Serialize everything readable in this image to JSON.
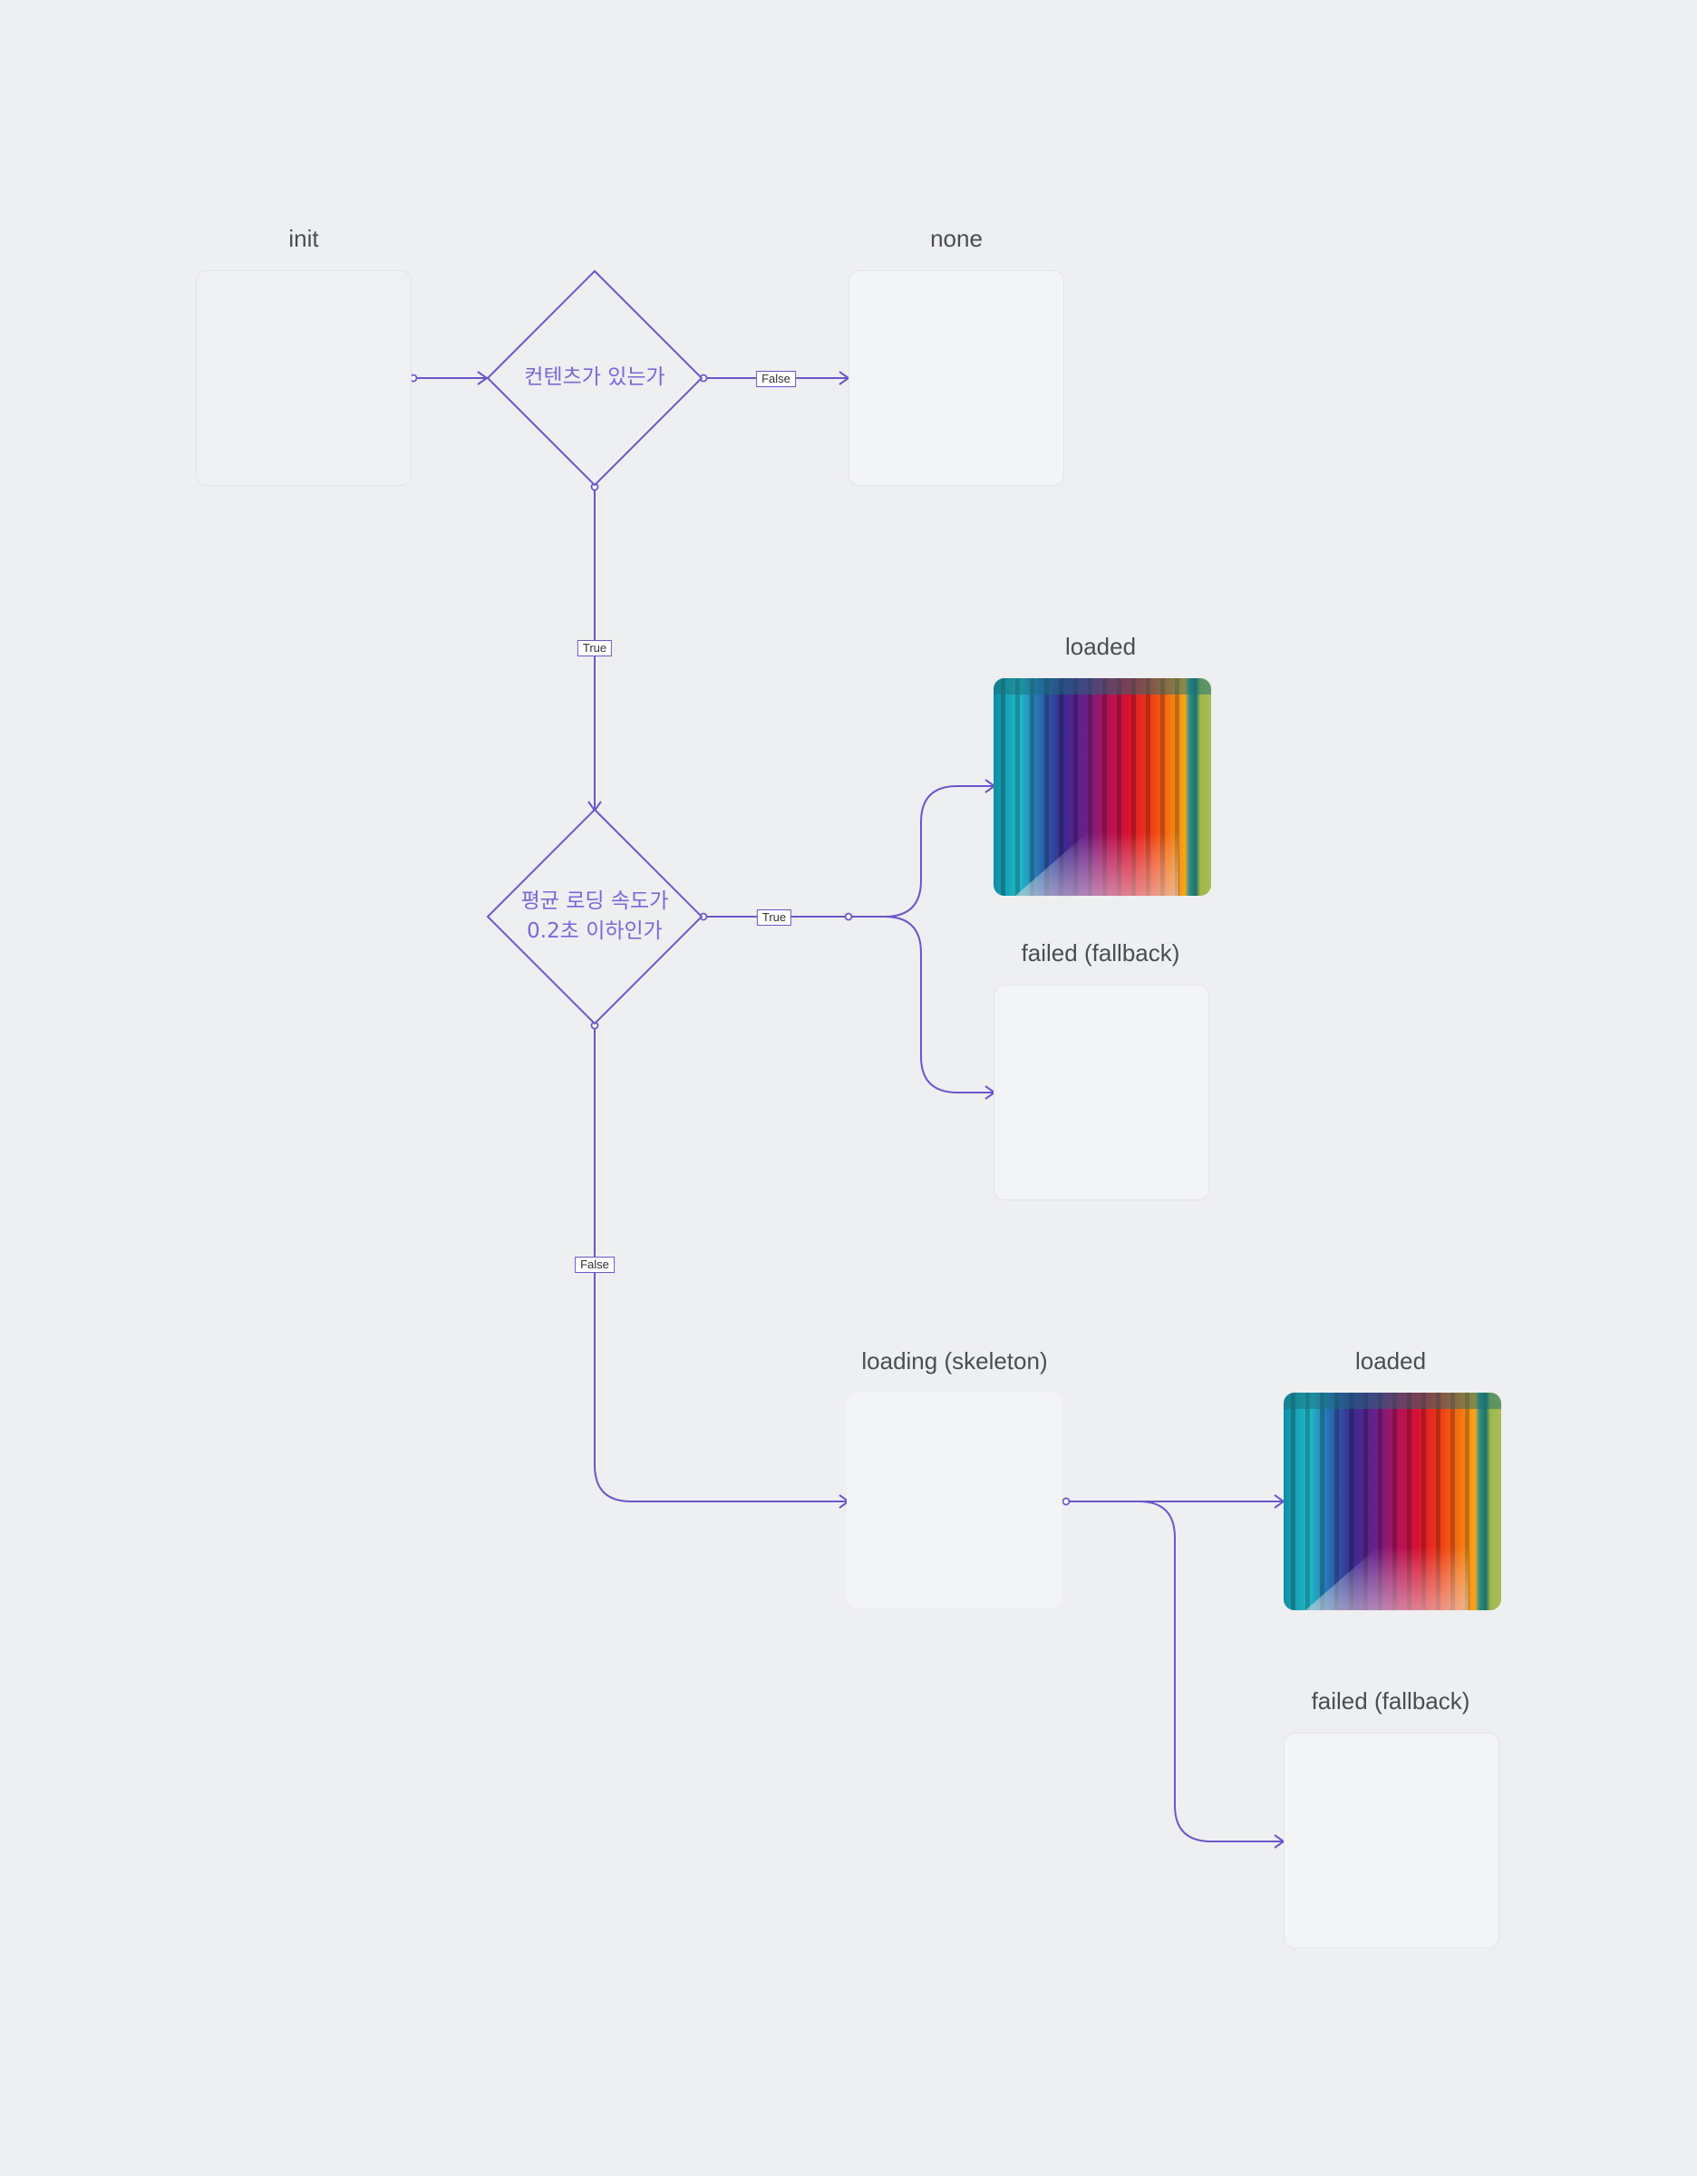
{
  "nodes": {
    "init": {
      "caption": "init"
    },
    "decision_content": {
      "text": "컨텐츠가 있는가"
    },
    "none": {
      "caption": "none",
      "icon": "fallback-icon"
    },
    "decision_speed": {
      "line1": "평균 로딩 속도가",
      "line2": "0.2초 이하인가"
    },
    "loaded_fast": {
      "caption": "loaded"
    },
    "failed_fast": {
      "caption": "failed (fallback)",
      "icon": "fallback-icon"
    },
    "loading_skeleton": {
      "caption": "loading (skeleton)"
    },
    "loaded_slow": {
      "caption": "loaded"
    },
    "failed_slow": {
      "caption": "failed (fallback)",
      "icon": "fallback-icon"
    }
  },
  "edges": {
    "content_false": "False",
    "content_true": "True",
    "speed_true": "True",
    "speed_false": "False"
  },
  "colors": {
    "accent": "#6b57c9",
    "background": "#eeeff1",
    "placeholder_icon": "#d8d9de"
  }
}
